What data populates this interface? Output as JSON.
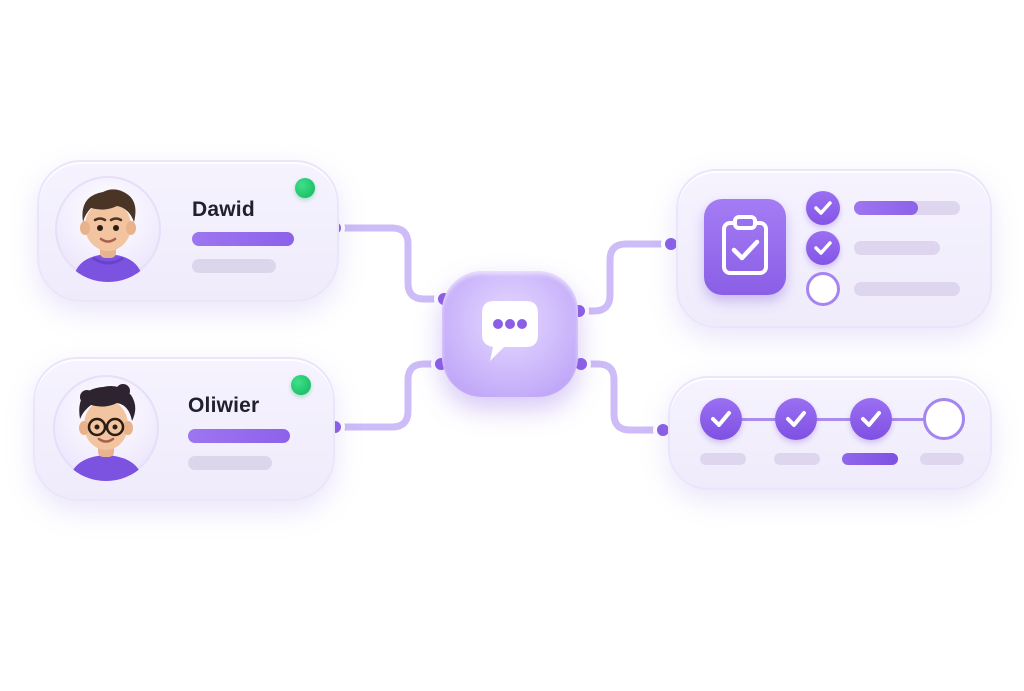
{
  "users": [
    {
      "name": "Dawid",
      "status": "online"
    },
    {
      "name": "Oliwier",
      "status": "online"
    }
  ],
  "hub": {
    "icon": "chat-bubble-icon"
  },
  "tasks": [
    {
      "done": true,
      "progress": 0.6
    },
    {
      "done": true,
      "progress": 0
    },
    {
      "done": false,
      "progress": 0
    }
  ],
  "steps": [
    {
      "done": true
    },
    {
      "done": true
    },
    {
      "done": true,
      "active": true
    },
    {
      "done": false
    }
  ],
  "colors": {
    "accent": "#8c62ea",
    "status_online": "#12b45c",
    "connector": "#c9b7f6"
  }
}
